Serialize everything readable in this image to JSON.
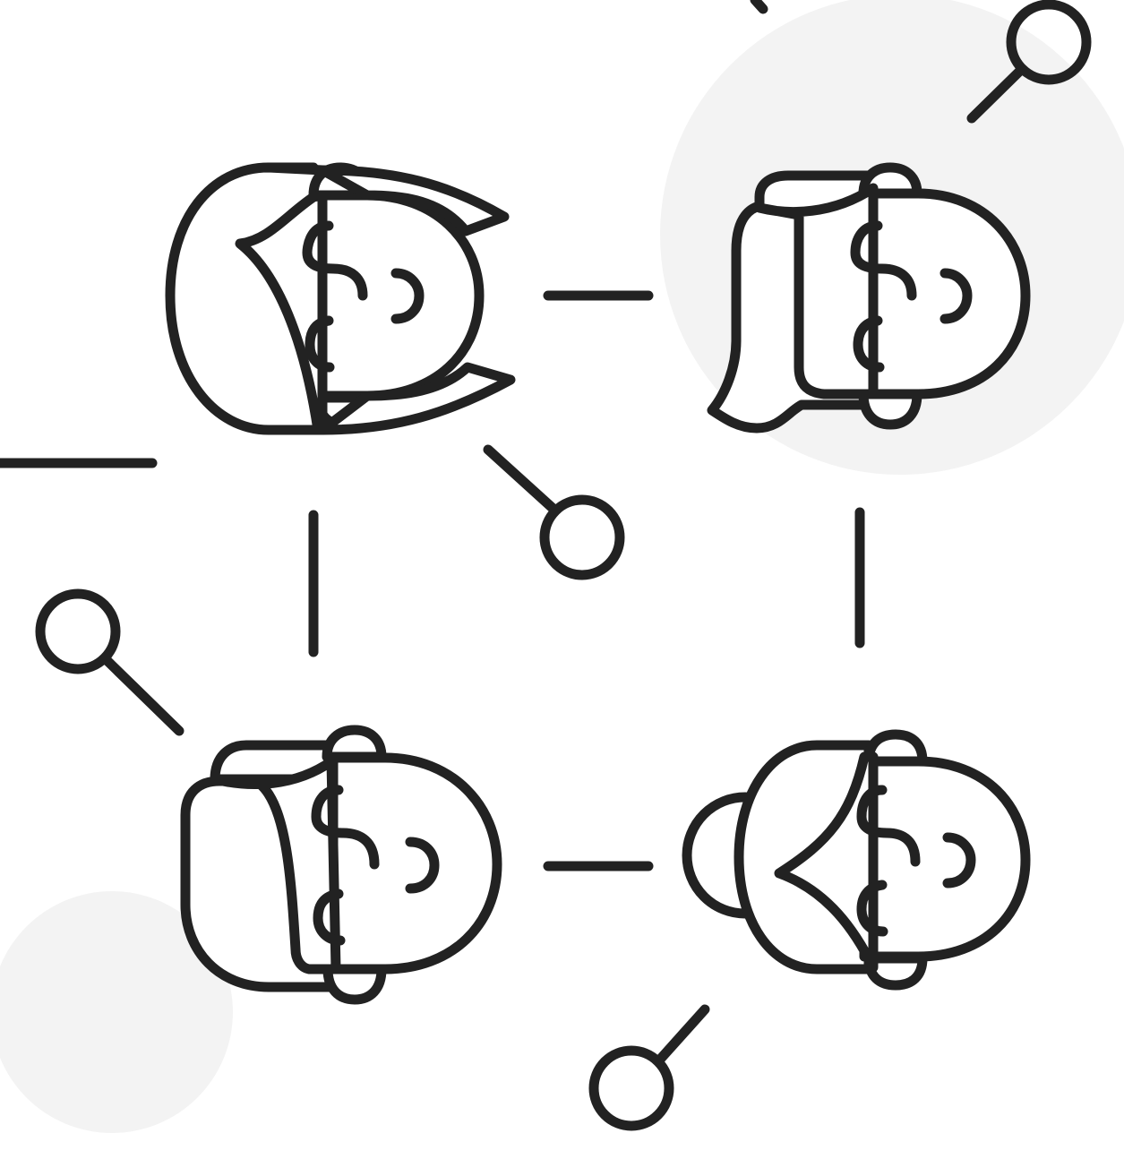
{
  "illustration": {
    "subject": "people-network",
    "colors": {
      "background": "#ffffff",
      "line": "#222222",
      "accent_circle": "#f3f3f3"
    },
    "people": [
      {
        "id": "person-top-left",
        "hair": "long-hair"
      },
      {
        "id": "person-top-right",
        "hair": "side-hair"
      },
      {
        "id": "person-bottom-left",
        "hair": "short-hair"
      },
      {
        "id": "person-bottom-right",
        "hair": "bun"
      }
    ],
    "icons": [
      "search-icon",
      "search-icon",
      "search-icon",
      "search-icon"
    ]
  }
}
